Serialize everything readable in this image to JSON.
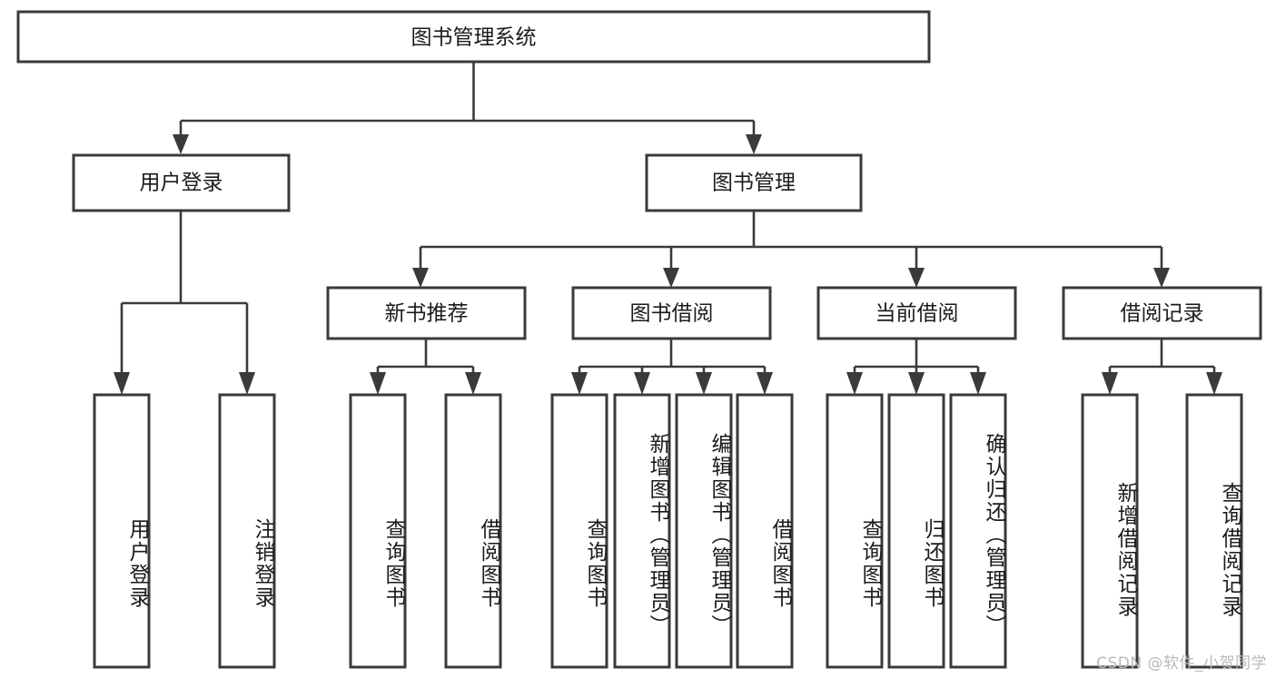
{
  "diagram": {
    "type": "tree",
    "title": "图书管理系统",
    "watermark": "CSDN @软件_小贺同学",
    "colors": {
      "box_stroke": "#3a3a3a",
      "box_fill": "#ffffff",
      "text": "#1b1b1b",
      "connector": "#3a3a3a",
      "background": "#ffffff",
      "watermark": "#b9b9b9"
    },
    "root": {
      "label": "图书管理系统",
      "id": "root-system"
    },
    "level2": [
      {
        "id": "node-user-login",
        "label": "用户登录"
      },
      {
        "id": "node-book-management",
        "label": "图书管理"
      }
    ],
    "level3": [
      {
        "id": "node-new-book-recommend",
        "label": "新书推荐",
        "parent": "node-book-management"
      },
      {
        "id": "node-book-borrow",
        "label": "图书借阅",
        "parent": "node-book-management"
      },
      {
        "id": "node-current-borrow",
        "label": "当前借阅",
        "parent": "node-book-management"
      },
      {
        "id": "node-borrow-record",
        "label": "借阅记录",
        "parent": "node-book-management"
      }
    ],
    "leaves": {
      "node-user-login": [
        {
          "id": "leaf-user-login",
          "label": "用户登录"
        },
        {
          "id": "leaf-user-logout",
          "label": "注销登录"
        }
      ],
      "node-new-book-recommend": [
        {
          "id": "leaf-query-book-1",
          "label": "查询图书"
        },
        {
          "id": "leaf-borrow-book-1",
          "label": "借阅图书"
        }
      ],
      "node-book-borrow": [
        {
          "id": "leaf-query-book-2",
          "label": "查询图书"
        },
        {
          "id": "leaf-add-book",
          "label": "新增图书（管理员）"
        },
        {
          "id": "leaf-edit-book",
          "label": "编辑图书（管理员）"
        },
        {
          "id": "leaf-borrow-book-2",
          "label": "借阅图书"
        }
      ],
      "node-current-borrow": [
        {
          "id": "leaf-query-book-3",
          "label": "查询图书"
        },
        {
          "id": "leaf-return-book",
          "label": "归还图书"
        },
        {
          "id": "leaf-confirm-return",
          "label": "确认归还（管理员）"
        }
      ],
      "node-borrow-record": [
        {
          "id": "leaf-add-borrow-record",
          "label": "新增借阅记录"
        },
        {
          "id": "leaf-query-borrow-record",
          "label": "查询借阅记录"
        }
      ]
    }
  }
}
